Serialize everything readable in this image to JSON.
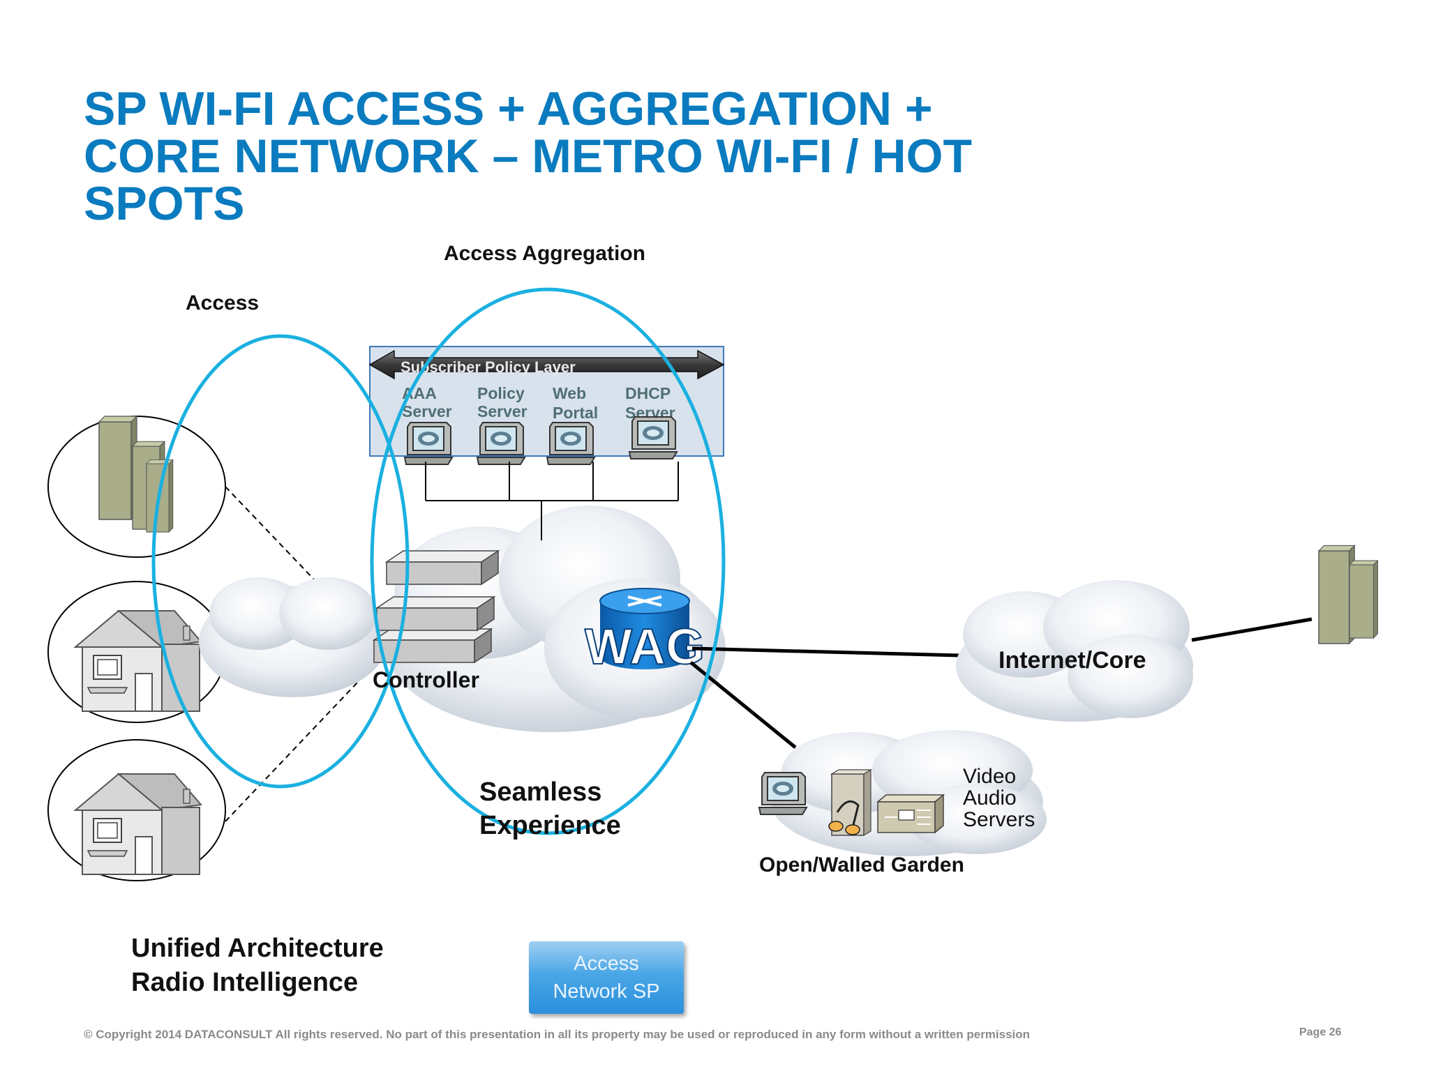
{
  "slide": {
    "title": "SP WI-FI ACCESS + AGGREGATION +\nCORE NETWORK – METRO WI-FI / HOT\nSPOTS",
    "footer": "© Copyright 2014 DATACONSULT  All rights reserved. No part of this presentation in all its property may be used or reproduced in any form without a written permission",
    "page": "Page 26"
  },
  "labels": {
    "access_aggregation": "Access Aggregation",
    "access": "Access",
    "policy_layer": "Subscriber Policy Layer",
    "controller": "Controller",
    "wag": "WAG",
    "internet_core": "Internet/Core",
    "seamless_1": "Seamless",
    "seamless_2": "Experience",
    "unified_1": "Unified Architecture",
    "unified_2": "Radio Intelligence",
    "garden": "Open/Walled Garden",
    "video": "Video",
    "audio": "Audio",
    "servers": "Servers"
  },
  "servers": [
    {
      "line1": "AAA",
      "line2": "Server"
    },
    {
      "line1": "Policy",
      "line2": "Server"
    },
    {
      "line1": "Web",
      "line2": "Portal"
    },
    {
      "line1": "DHCP",
      "line2": "Server"
    }
  ],
  "button": {
    "label": "Access\nNetwork SP"
  },
  "colors": {
    "title": "#0A7BBF",
    "ellipse": "#1AB0E0",
    "button": "#3C9EE3"
  }
}
